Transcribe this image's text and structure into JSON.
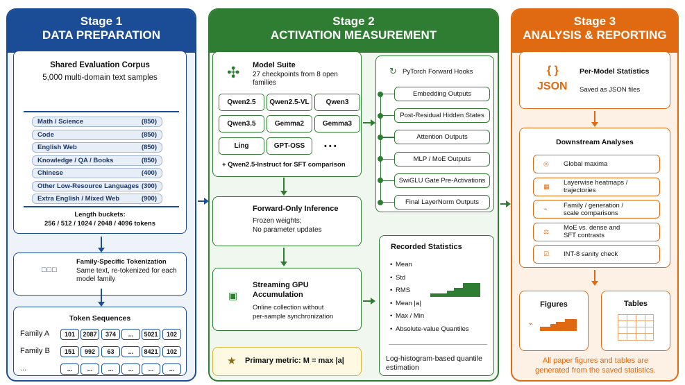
{
  "stage1": {
    "title": "Stage 1",
    "subtitle": "DATA PREPARATION",
    "corpus": {
      "title": "Shared Evaluation Corpus",
      "desc": "5,000 multi-domain text samples"
    },
    "domains": [
      {
        "name": "Math / Science",
        "count": "(850)"
      },
      {
        "name": "Code",
        "count": "(850)"
      },
      {
        "name": "English Web",
        "count": "(850)"
      },
      {
        "name": "Knowledge / QA / Books",
        "count": "(850)"
      },
      {
        "name": "Chinese",
        "count": "(400)"
      },
      {
        "name": "Other Low-Resource Languages",
        "count": "(300)"
      },
      {
        "name": "Extra English / Mixed Web",
        "count": "(900)"
      }
    ],
    "length_title": "Length buckets:",
    "length_values": "256 / 512 / 1024 / 2048 / 4096 tokens",
    "tokenization": {
      "icon": "□□□",
      "title": "Family-Specific Tokenization",
      "line1": "Same text, re-tokenized for each",
      "line2": "model family"
    },
    "sequences": {
      "title": "Token Sequences",
      "rows": [
        {
          "label": "Family A",
          "tokens": [
            "101",
            "2087",
            "374",
            "...",
            "5021",
            "102"
          ]
        },
        {
          "label": "Family B",
          "tokens": [
            "151",
            "992",
            "63",
            "...",
            "8421",
            "102"
          ]
        },
        {
          "label": "...",
          "tokens": [
            "...",
            "...",
            "...",
            "...",
            "...",
            "..."
          ]
        }
      ]
    }
  },
  "stage2": {
    "title": "Stage 2",
    "subtitle": "ACTIVATION MEASUREMENT",
    "model_suite": {
      "icon": "✣",
      "title": "Model Suite",
      "desc1": "27 checkpoints from 8 open",
      "desc2": "families",
      "models": [
        "Qwen2.5",
        "Qwen2.5-VL",
        "Qwen3",
        "Qwen3.5",
        "Gemma2",
        "Gemma3",
        "Ling",
        "GPT-OSS",
        "• • •"
      ],
      "note": "+ Qwen2.5-Instruct for SFT comparison"
    },
    "hooks": {
      "title": "PyTorch Forward Hooks",
      "icon": "↻",
      "items": [
        "Embedding Outputs",
        "Post-Residual Hidden States",
        "Attention Outputs",
        "MLP / MoE Outputs",
        "SwiGLU Gate Pre-Activations",
        "Final LayerNorm Outputs"
      ]
    },
    "inference": {
      "title": "Forward-Only Inference",
      "line1": "Frozen weights;",
      "line2": "No parameter updates"
    },
    "accumulation": {
      "icon": "▣",
      "title1": "Streaming GPU",
      "title2": "Accumulation",
      "line1": "Online collection without",
      "line2": "per-sample synchronization"
    },
    "recorded": {
      "title": "Recorded Statistics",
      "items": [
        "Mean",
        "Std",
        "RMS",
        "Mean |a|",
        "Max / Min",
        "Absolute-value Quantiles"
      ],
      "footer1": "Log-histogram-based quantile",
      "footer2": "estimation"
    },
    "primary": {
      "icon": "★",
      "text": "Primary metric: M = max |a|"
    }
  },
  "stage3": {
    "title": "Stage 3",
    "subtitle": "ANALYSIS & REPORTING",
    "per_model": {
      "icon_top": "{ }",
      "icon_bottom": "JSON",
      "title": "Per-Model Statistics",
      "desc": "Saved as JSON files"
    },
    "downstream": {
      "title": "Downstream Analyses",
      "items": [
        {
          "icon": "◎",
          "line1": "Global maxima",
          "line2": ""
        },
        {
          "icon": "▦",
          "line1": "Layerwise heatmaps / trajectories",
          "line2": ""
        },
        {
          "icon": "⌁",
          "line1": "Family / generation /",
          "line2": "scale comparisons"
        },
        {
          "icon": "⚖",
          "line1": "MoE vs. dense and",
          "line2": "SFT contrasts"
        },
        {
          "icon": "☑",
          "line1": "INT-8 sanity check",
          "line2": ""
        }
      ]
    },
    "figures": {
      "title": "Figures",
      "icon": "⌁"
    },
    "tables": {
      "title": "Tables"
    },
    "footer1": "All paper figures and tables are",
    "footer2": "generated from the saved statistics."
  },
  "colors": {
    "stage1": "#1a4d95",
    "stage2": "#2e7d32",
    "stage3": "#e06a12",
    "stage1_bg": "#eef3fa",
    "stage2_bg": "#f0f7ef",
    "stage3_bg": "#fdf1e6"
  }
}
